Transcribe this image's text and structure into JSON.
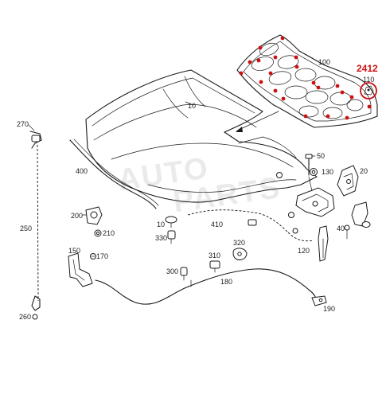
{
  "highlight": {
    "callout_number": "2412",
    "highlighted_part_number": "110",
    "color": "#cc1111"
  },
  "parts": {
    "p10": "10",
    "p100": "100",
    "p110": "110",
    "p270": "270",
    "p400": "400",
    "p250": "250",
    "p200": "200",
    "p210": "210",
    "p150": "150",
    "p170": "170",
    "p260": "260",
    "p330": "330",
    "p410": "410",
    "p300": "300",
    "p310": "310",
    "p320": "320",
    "p180": "180",
    "p50": "50",
    "p130": "130",
    "p20": "20",
    "p40": "40",
    "p120": "120",
    "p190": "190",
    "p10b": "10"
  },
  "icons": {
    "circled_callout": "circle-outline-icon",
    "hole_marker": "red-dot-icon"
  }
}
